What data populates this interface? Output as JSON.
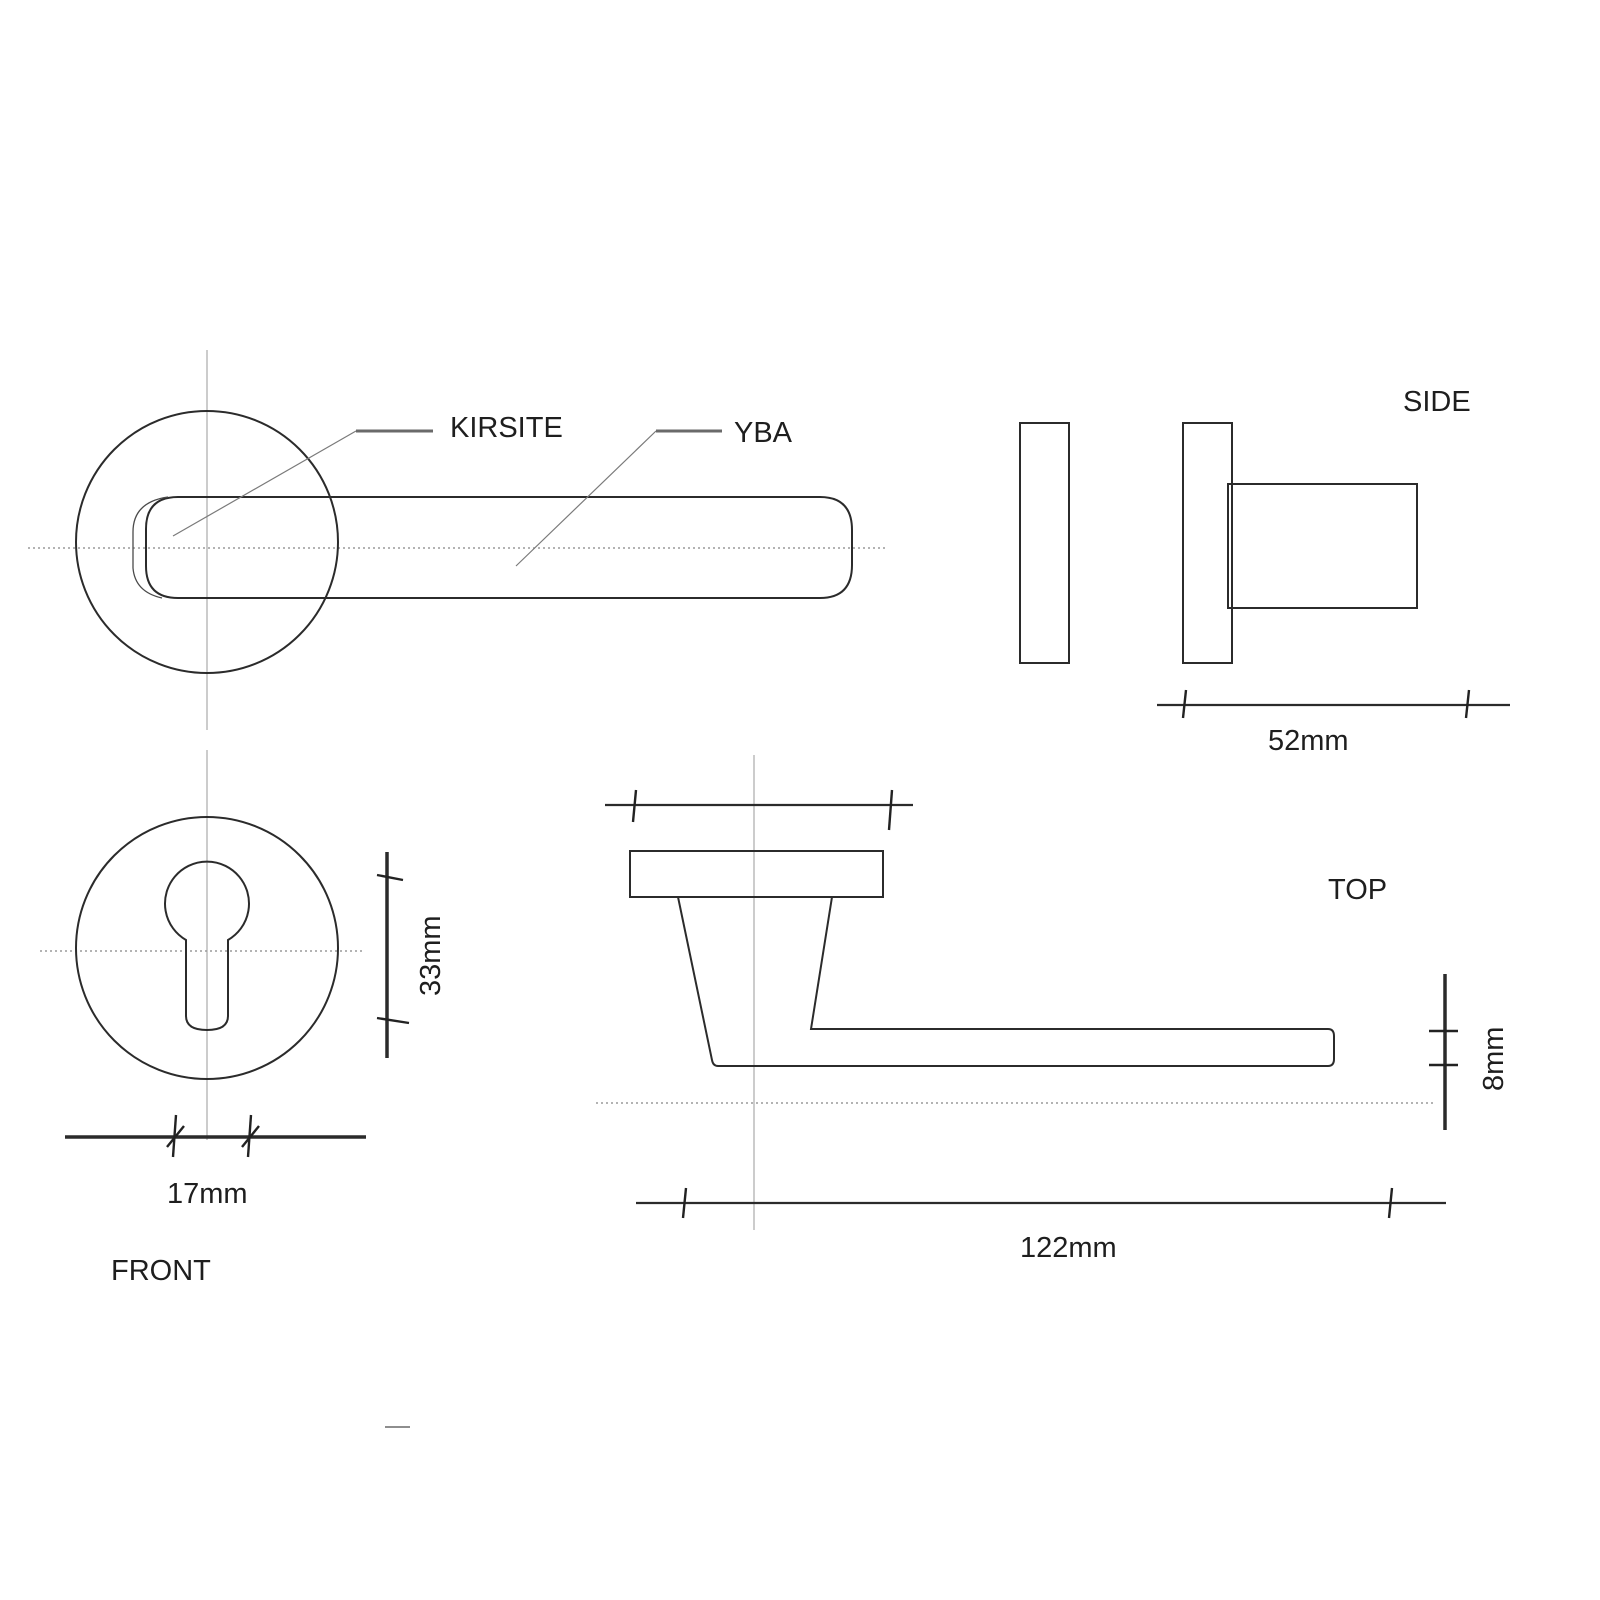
{
  "labels": {
    "kirsite": "KIRSITE",
    "yba": "YBA",
    "side": "SIDE",
    "top": "TOP",
    "front": "FRONT"
  },
  "dimensions": {
    "rose_thickness": "17mm",
    "escutcheon_height": "33mm",
    "projection": "52mm",
    "lever_length": "122mm",
    "lever_thickness": "8mm"
  },
  "colors": {
    "line": "#2b2b2b",
    "centerline": "#9a9a9a",
    "background": "#ffffff"
  }
}
